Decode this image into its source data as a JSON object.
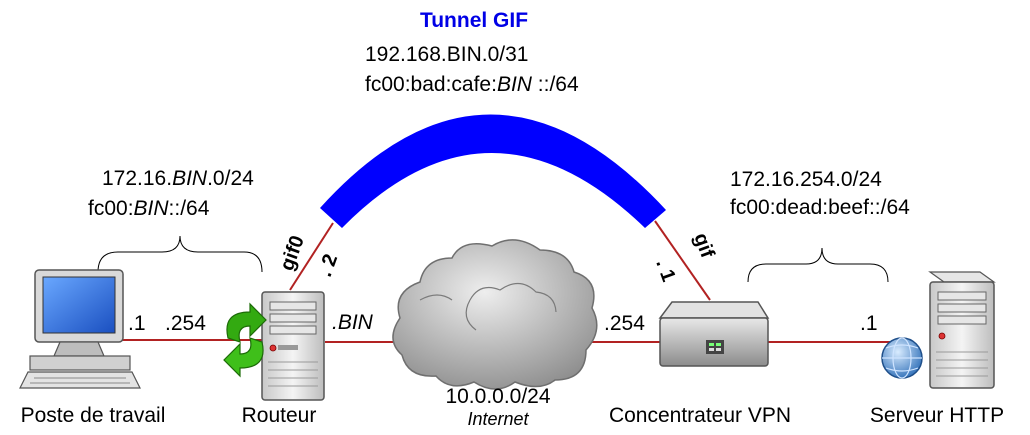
{
  "tunnel": {
    "title": "Tunnel GIF",
    "title_color": "#0000e6",
    "band_color": "#0000ff",
    "ipv4": "192.168.BIN.0/31",
    "ipv6_prefix": "fc00:bad:cafe:",
    "ipv6_italic": "BIN",
    "ipv6_suffix": " ::/64"
  },
  "left_lan": {
    "ipv4_prefix": "172.16.",
    "ipv4_italic": "BIN",
    "ipv4_suffix": ".0/24",
    "ipv6_prefix": "fc00:",
    "ipv6_italic": "BIN",
    "ipv6_suffix": "::/64"
  },
  "right_lan": {
    "ipv4": "172.16.254.0/24",
    "ipv6": "fc00:dead:beef::/64"
  },
  "internet": {
    "network": "10.0.0.0/24",
    "label": "Internet"
  },
  "interfaces": {
    "router_gif": "gif0",
    "router_gif_addr": ". 2",
    "vpn_gif": "gif",
    "vpn_gif_addr": ". 1",
    "workstation_addr": ".1",
    "router_lan_addr": ".254",
    "router_wan_addr": ".BIN",
    "vpn_wan_addr": ".254",
    "server_addr": ".1"
  },
  "devices": {
    "workstation": "Poste de travail",
    "router": "Routeur",
    "vpn": "Concentrateur VPN",
    "server": "Serveur HTTP"
  },
  "colors": {
    "link": "#b22222",
    "arrow": "#33aa11"
  }
}
